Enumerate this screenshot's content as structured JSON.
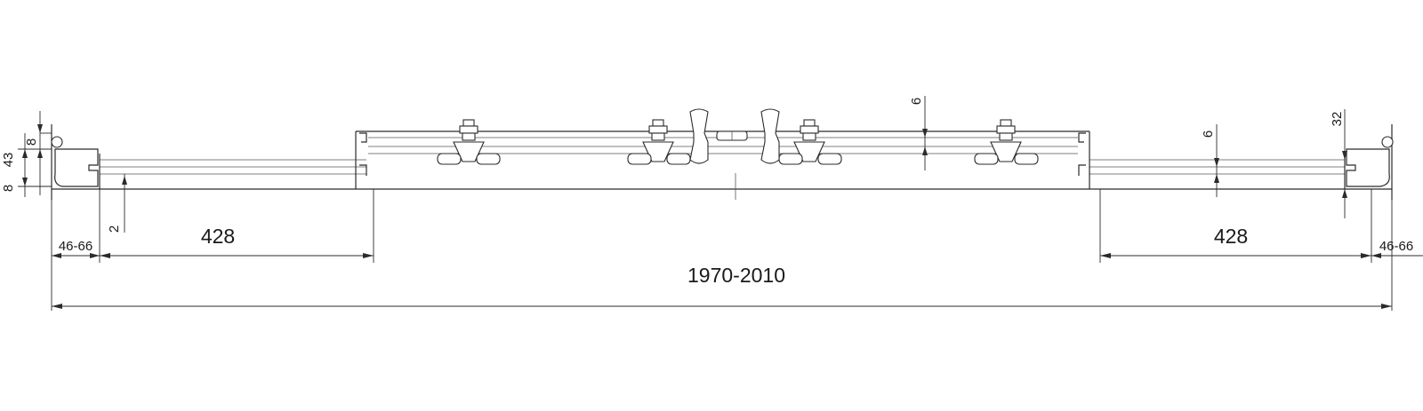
{
  "dimensions": {
    "overall_width": "1970-2010",
    "left_door_width": "428",
    "right_door_width": "428",
    "left_adjust": "46-66",
    "right_adjust": "46-66",
    "profile_depth": "43",
    "profile_top": "8",
    "profile_bottom": "8",
    "gap": "2",
    "center_offset": "6",
    "right_offset": "6",
    "right_depth": "32"
  }
}
